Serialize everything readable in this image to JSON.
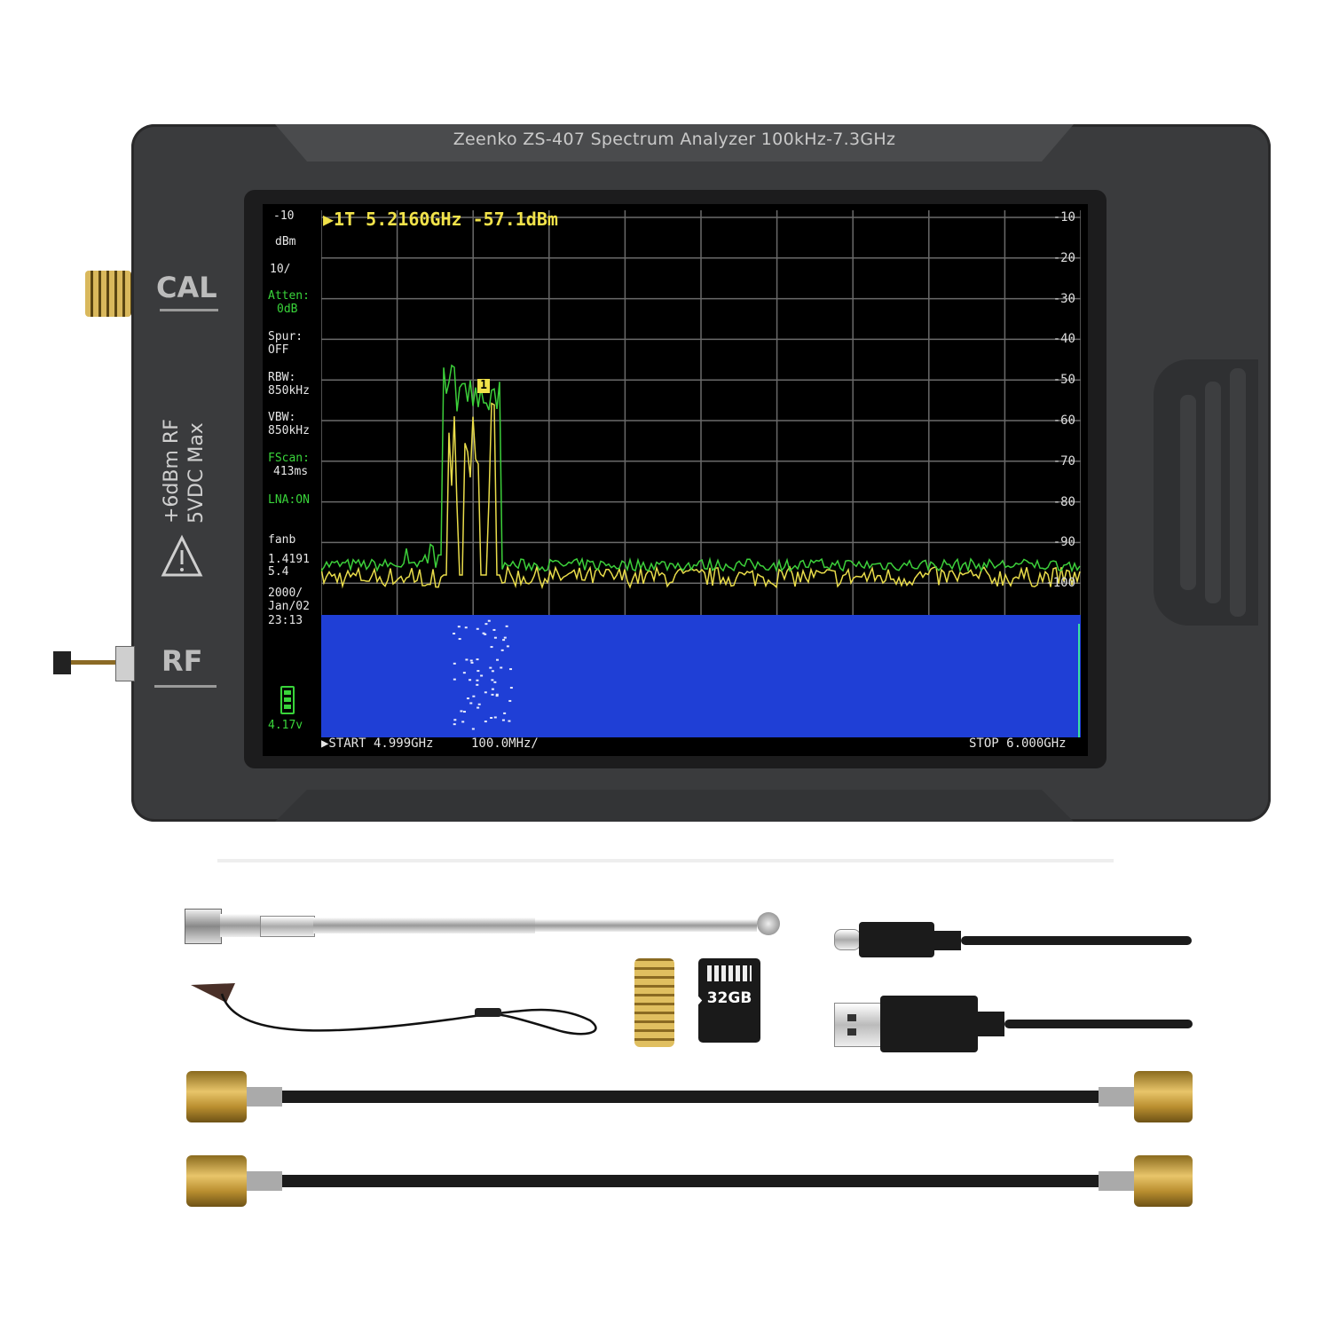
{
  "device": {
    "brand_line": "Zeenko ZS-407   Spectrum Analyzer  100kHz-7.3GHz",
    "cal_label": "CAL",
    "rf_label": "RF",
    "warning_line1": "+6dBm RF",
    "warning_line2": "5VDC Max",
    "body_color": "#3a3b3d"
  },
  "screen": {
    "marker_readout": "▶1T  5.2160GHz -57.1dBm",
    "marker_number": "1",
    "ref_level": "-10",
    "ref_unit": "dBm",
    "scale": "10/",
    "atten_label": "Atten:",
    "atten_value": "0dB",
    "spur_label": "Spur:",
    "spur_value": "OFF",
    "rbw_label": "RBW:",
    "rbw_value": "850kHz",
    "vbw_label": "VBW:",
    "vbw_value": "850kHz",
    "fscan_label": "FScan:",
    "fscan_value": "413ms",
    "lna": "LNA:ON",
    "fanb": "fanb",
    "val1": "1.4191",
    "val2": "5.4",
    "date_year": "2000/",
    "date_day": "Jan/02",
    "time": "23:13",
    "battery_voltage": "4.17v",
    "right_scale": [
      "-10",
      "-20",
      "-30",
      "-40",
      "-50",
      "-60",
      "-70",
      "-80",
      "-90",
      "-100"
    ],
    "start": "▶START 4.999GHz",
    "span_per_div": "100.0MHz/",
    "stop": "STOP 6.000GHz",
    "colors": {
      "max_trace": "#3ccf3a",
      "live_trace": "#e9dc4a",
      "waterfall": "#1f3fd6",
      "grid": "#6a6a6a"
    }
  },
  "accessories": {
    "sd_card_label": "32GB",
    "items": [
      "telescopic-antenna",
      "lanyard",
      "sma-adapter",
      "microsd-card",
      "usb-c-cable",
      "usb-a-cable",
      "sma-cable",
      "sma-cable"
    ]
  }
}
